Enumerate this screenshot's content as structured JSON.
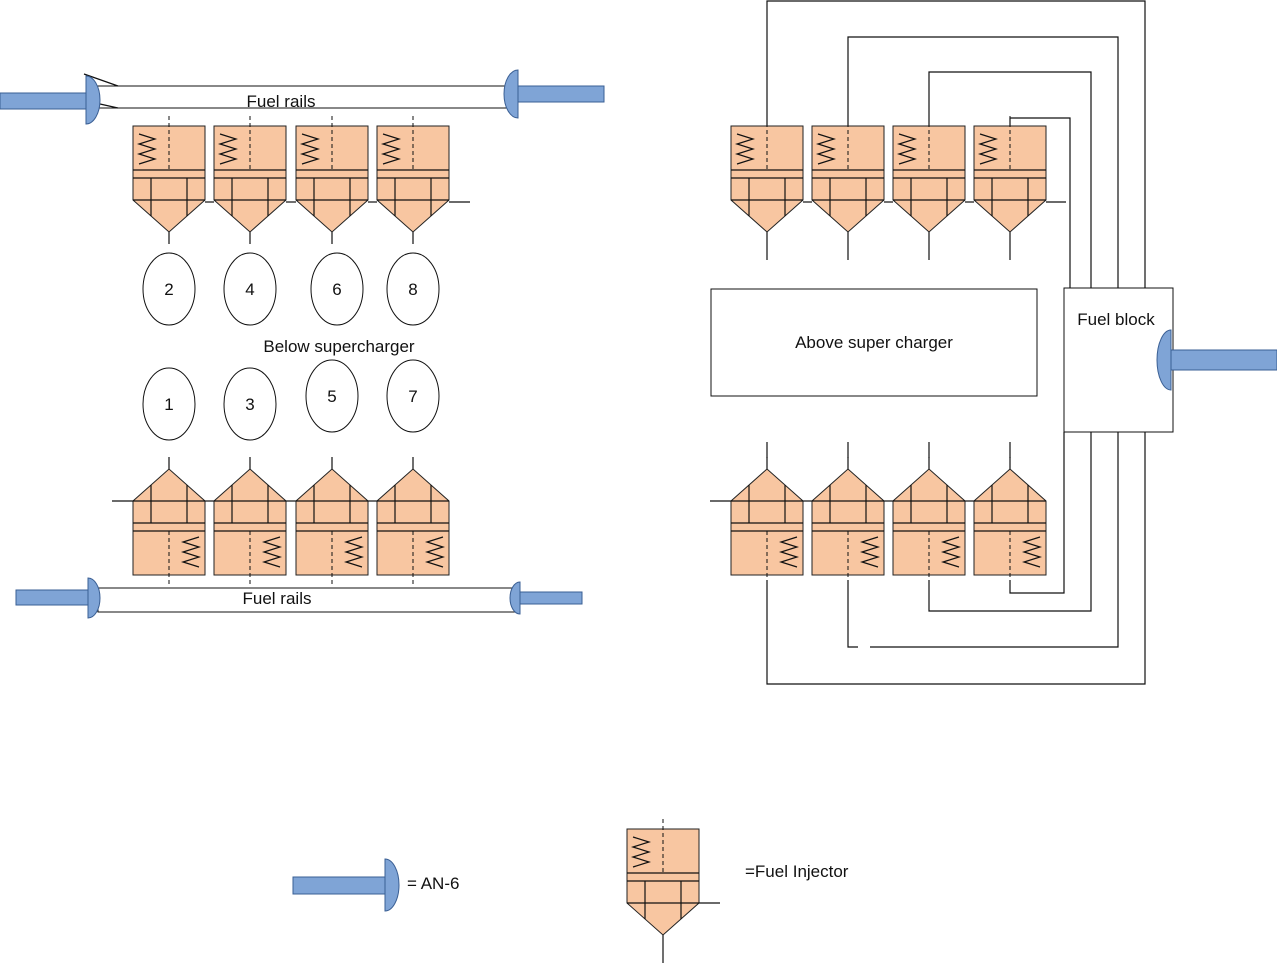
{
  "labels": {
    "fuel_rails_top": "Fuel rails",
    "fuel_rails_bottom": "Fuel rails",
    "below_supercharger": "Below supercharger",
    "above_supercharger": "Above super charger",
    "fuel_block": "Fuel block",
    "legend_an6": "= AN-6",
    "legend_injector": "=Fuel Injector"
  },
  "cylinders": {
    "top_row": [
      "2",
      "4",
      "6",
      "8"
    ],
    "bottom_row": [
      "1",
      "3",
      "5",
      "7"
    ]
  },
  "colors": {
    "injector_fill": "#f8c6a1",
    "fitting_fill": "#7fa4d6",
    "fitting_stroke": "#3a5f94"
  },
  "icons": {
    "injector": "fuel-injector-icon",
    "fitting": "an6-fitting-icon"
  }
}
